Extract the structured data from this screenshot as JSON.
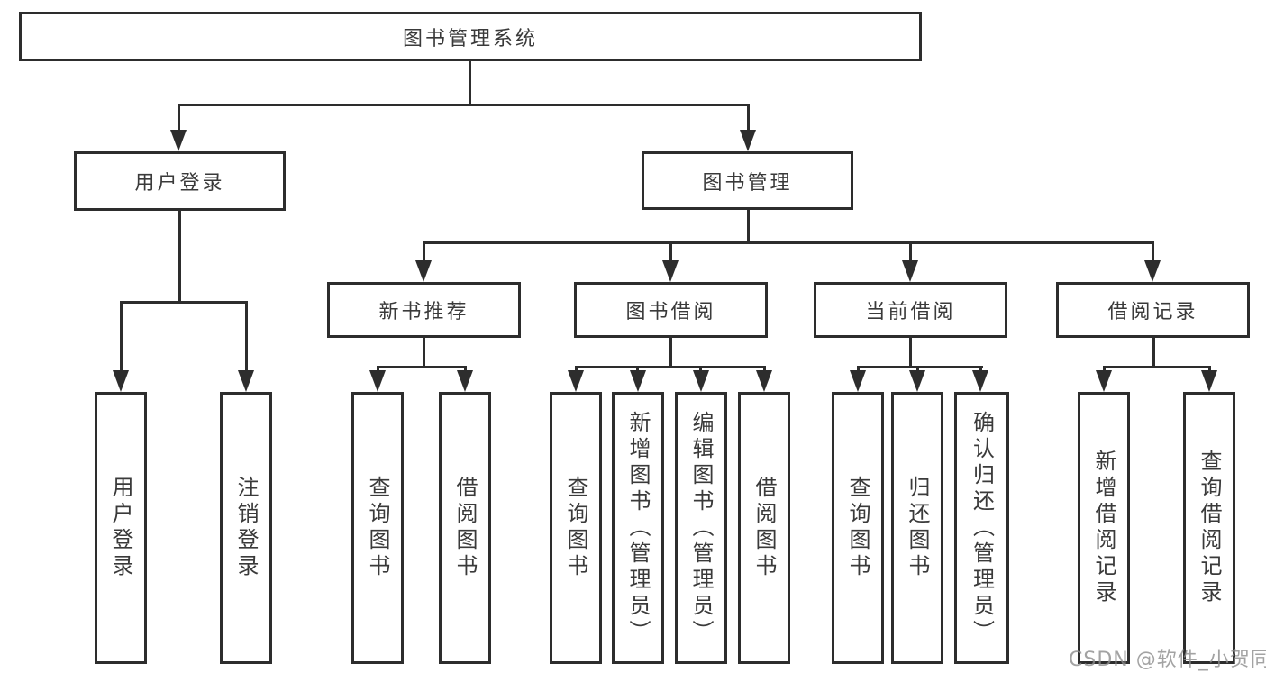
{
  "tree": {
    "root": {
      "label": "图书管理系统"
    },
    "level1": [
      {
        "label": "用户登录",
        "children": [
          {
            "label": "用户登录"
          },
          {
            "label": "注销登录"
          }
        ]
      },
      {
        "label": "图书管理",
        "children": [
          {
            "label": "新书推荐",
            "children": [
              {
                "label": "查询图书"
              },
              {
                "label": "借阅图书"
              }
            ]
          },
          {
            "label": "图书借阅",
            "children": [
              {
                "label": "查询图书"
              },
              {
                "label": "新增图书（管理员）"
              },
              {
                "label": "编辑图书（管理员）"
              },
              {
                "label": "借阅图书"
              }
            ]
          },
          {
            "label": "当前借阅",
            "children": [
              {
                "label": "查询图书"
              },
              {
                "label": "归还图书"
              },
              {
                "label": "确认归还（管理员）"
              }
            ]
          },
          {
            "label": "借阅记录",
            "children": [
              {
                "label": "新增借阅记录"
              },
              {
                "label": "查询借阅记录"
              }
            ]
          }
        ]
      }
    ]
  },
  "watermark": {
    "text": "CSDN @软件_小贺同学"
  },
  "colors": {
    "background": "#ffffff",
    "box_border": "#2d2d2d",
    "connector_line": "#2d2d2d",
    "text": "#3a3a3a",
    "watermark": "#8c8c8c"
  }
}
